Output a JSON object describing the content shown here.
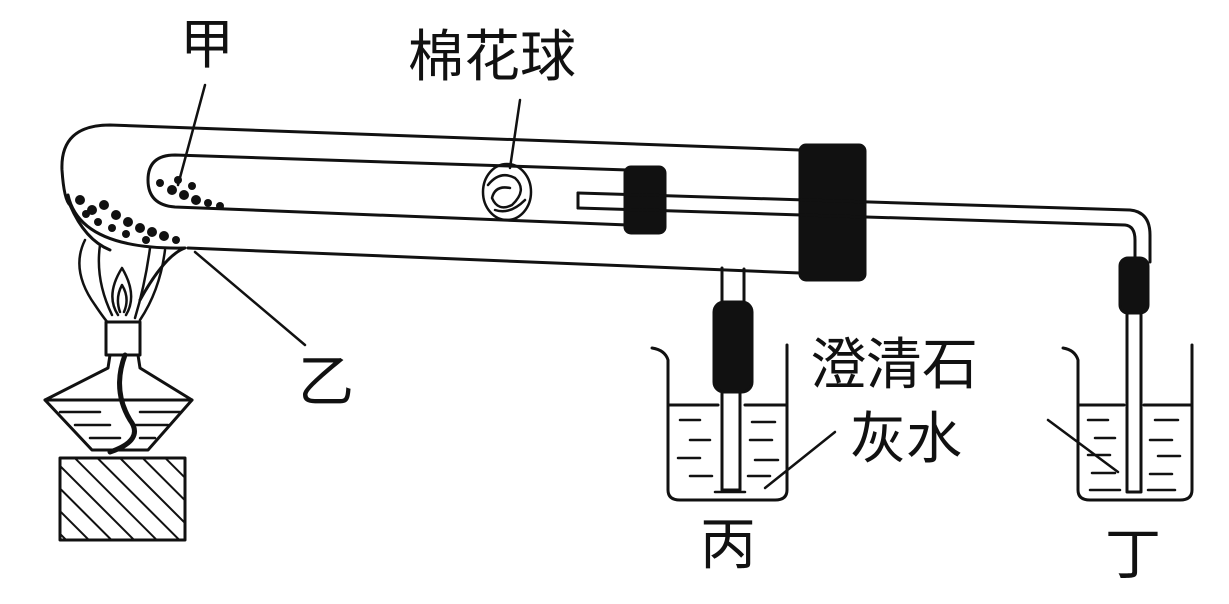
{
  "labels": {
    "jia": "甲",
    "cotton_ball": "棉花球",
    "yi": "乙",
    "limewater_line1": "澄清石",
    "limewater_line2": "灰水",
    "bing": "丙",
    "ding": "丁"
  }
}
